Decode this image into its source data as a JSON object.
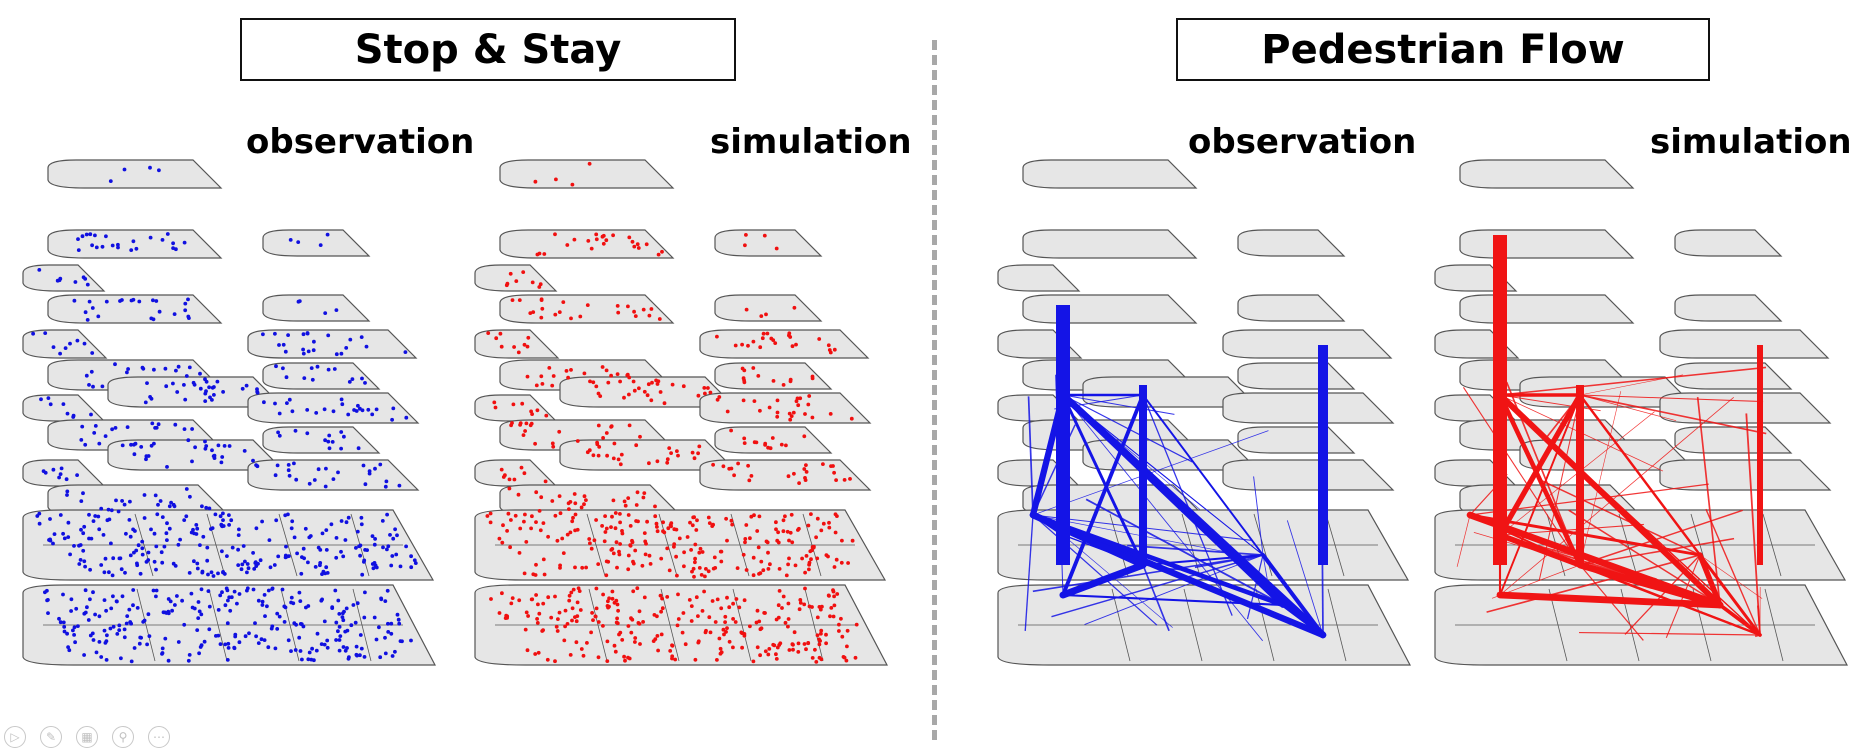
{
  "titles": {
    "stop_stay": "Stop & Stay",
    "pedestrian_flow": "Pedestrian Flow"
  },
  "panels": [
    {
      "id": "stay-observation",
      "label": "observation",
      "mode": "dots",
      "color": "#1010e0"
    },
    {
      "id": "stay-simulation",
      "label": "simulation",
      "mode": "dots",
      "color": "#f01010"
    },
    {
      "id": "flow-observation",
      "label": "observation",
      "mode": "flow",
      "color": "#1414e6"
    },
    {
      "id": "flow-simulation",
      "label": "simulation",
      "mode": "flow",
      "color": "#f01414"
    }
  ],
  "colors": {
    "floor_fill": "#e6e6e6",
    "floor_stroke": "#555555",
    "divider": "#a8a8a8"
  },
  "player_controls": [
    "play-icon",
    "pen-icon",
    "slides-icon",
    "zoom-icon",
    "more-icon"
  ]
}
